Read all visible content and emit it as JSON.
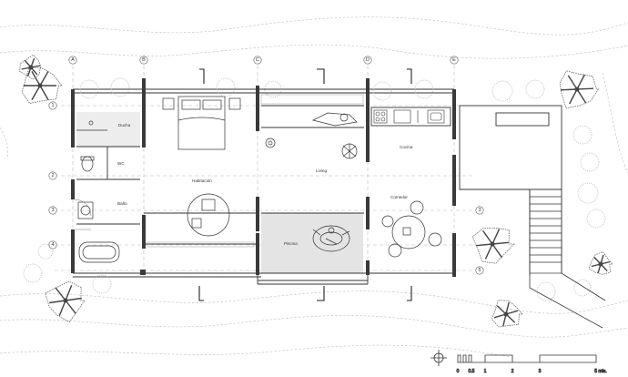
{
  "rooms": {
    "ducha": "Ducha",
    "wc": "WC",
    "bano": "Baño",
    "habitacion": "Habitación",
    "living": "Living",
    "cocina": "Cocina",
    "comedor": "Comedor",
    "piscina": "Piscina"
  },
  "grid": {
    "columns": [
      "A",
      "B",
      "C",
      "D",
      "E"
    ],
    "rows": [
      "1",
      "2",
      "3",
      "4",
      "5"
    ]
  },
  "scale": {
    "labels": [
      "0",
      "0.5",
      "1",
      "2",
      "3",
      "5 mts."
    ]
  },
  "colors": {
    "line": "#222222",
    "wall": "#3a3a3a",
    "thin": "#9a9a9a",
    "grid": "#b5b5b5",
    "pool": "#e4e4e4",
    "tree": "#555555"
  }
}
